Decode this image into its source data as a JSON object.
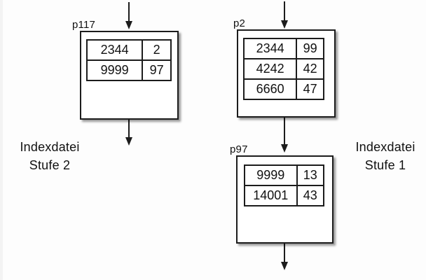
{
  "diagram": {
    "title_implicit": "Index file levels diagram",
    "colors": {
      "background": "#fdfdfd",
      "line": "#1c1c1c",
      "box_fill": "#ffffff",
      "shadow": "rgba(0,0,0,0.40)"
    },
    "nodes": [
      {
        "id": "p117",
        "label": "p117",
        "rows": [
          [
            "2344",
            "2"
          ],
          [
            "9999",
            "97"
          ]
        ]
      },
      {
        "id": "p2",
        "label": "p2",
        "rows": [
          [
            "2344",
            "99"
          ],
          [
            "4242",
            "42"
          ],
          [
            "6660",
            "47"
          ]
        ]
      },
      {
        "id": "p97",
        "label": "p97",
        "rows": [
          [
            "9999",
            "13"
          ],
          [
            "14001",
            "43"
          ]
        ]
      }
    ],
    "side_labels": {
      "left": {
        "line1": "Indexdatei",
        "line2": "Stufe 2"
      },
      "right": {
        "line1": "Indexdatei",
        "line2": "Stufe 1"
      }
    },
    "arrows": [
      {
        "name": "arrow-into-p117"
      },
      {
        "name": "arrow-out-of-p117"
      },
      {
        "name": "arrow-into-p2"
      },
      {
        "name": "arrow-p2-to-p97"
      },
      {
        "name": "arrow-out-of-p97"
      }
    ]
  }
}
